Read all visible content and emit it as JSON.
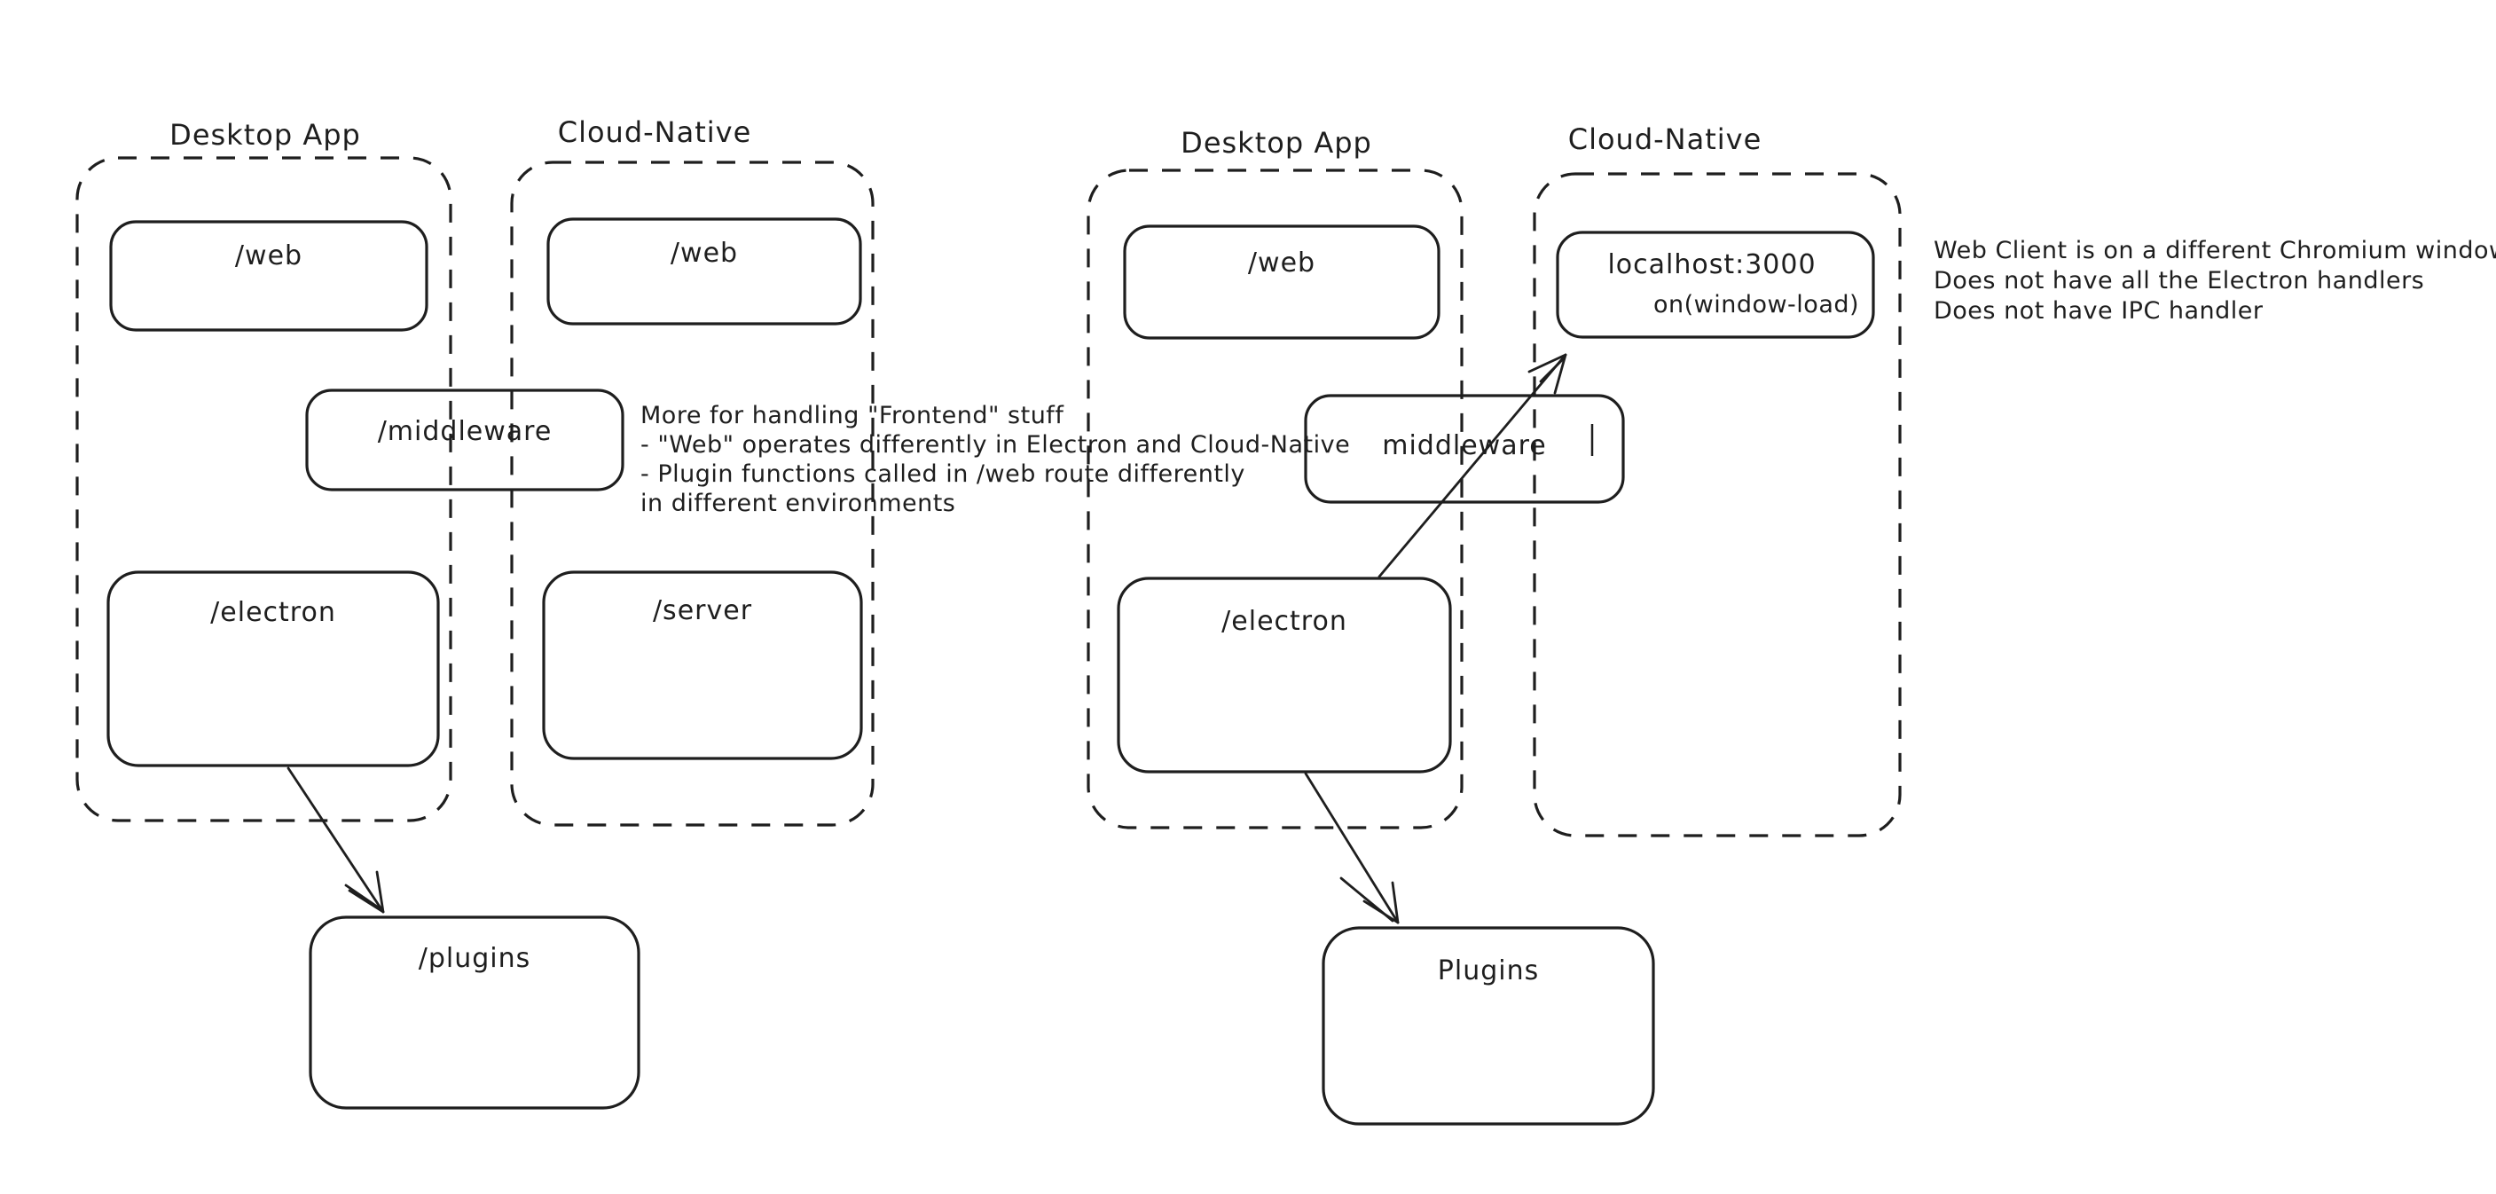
{
  "colors": {
    "ink": "#1e1e1e",
    "green": "#3f9e4a",
    "red": "#cf3b32"
  },
  "left_diagram": {
    "desktop_container": {
      "label": "Desktop App"
    },
    "cloud_container": {
      "label": "Cloud-Native"
    },
    "boxes": {
      "web_desktop": "/web",
      "web_cloud": "/web",
      "middleware": "/middleware",
      "electron": "/electron",
      "server": "/server",
      "plugins": "/plugins"
    },
    "green_note": {
      "lines": [
        "More for handling \"Frontend\" stuff",
        "- \"Web\" operates differently in Electron and Cloud-Native",
        "- Plugin functions called in /web route differently",
        "in different environments"
      ]
    }
  },
  "right_diagram": {
    "desktop_container": {
      "label": "Desktop App"
    },
    "cloud_container": {
      "label": "Cloud-Native"
    },
    "boxes": {
      "web_desktop": "/web",
      "localhost": "localhost:3000",
      "window_load": "on(window-load)",
      "middleware": "middleware",
      "electron": "/electron",
      "plugins": "Plugins"
    },
    "red_note": {
      "lines": [
        "Web Client is on a different Chromium window",
        "Does not have all the Electron handlers",
        "Does not have IPC handler"
      ]
    }
  }
}
